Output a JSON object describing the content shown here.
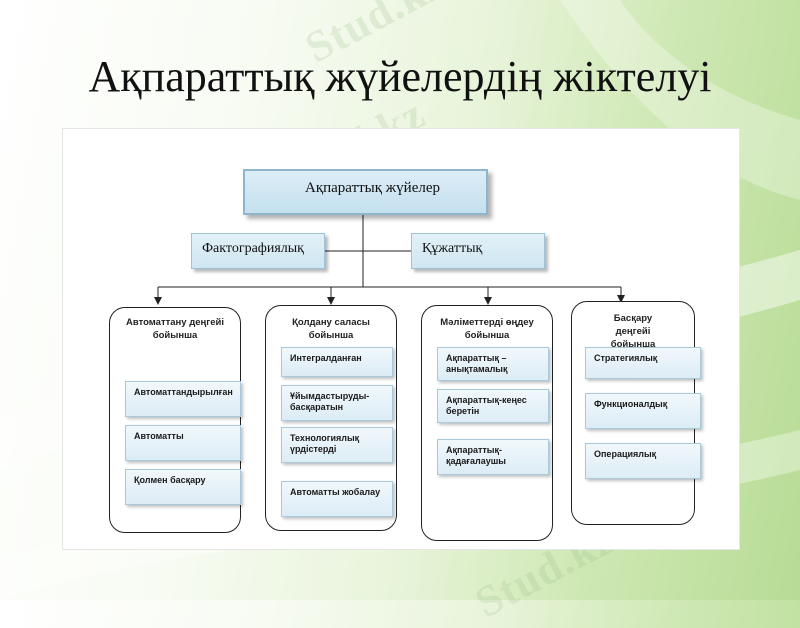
{
  "slide": {
    "title": "Ақпараттық жүйелердің жіктелуі",
    "watermark": "Stud.kz"
  },
  "diagram": {
    "root": "Ақпараттық жүйелер",
    "factographic": "Фактографиялық",
    "documentary": "Құжаттық",
    "groups": [
      {
        "title": "Автоматтану деңгейі бойынша",
        "items": [
          "Автоматтандырылған",
          "Автоматты",
          "Қолмен басқару"
        ]
      },
      {
        "title": "Қолдану саласы бойынша",
        "items": [
          "Интегралданған",
          "Ұйымдастыруды-басқаратын",
          "Технологиялық үрдістерді",
          "Автоматты жобалау"
        ]
      },
      {
        "title": "Мәліметтерді өңдеу бойынша",
        "items": [
          "Ақпараттық – анықтамалық",
          "Ақпараттық-кеңес беретін",
          "Ақпараттық-қадағалаушы"
        ]
      },
      {
        "title": "Басқару деңгейі бойынша",
        "items": [
          "Стратегиялық",
          "Функционалдық",
          "Операциялық"
        ]
      }
    ]
  },
  "colors": {
    "box_fill": "#d7ebf4",
    "box_border": "#9fc3d6",
    "background_green": "#b7dc96"
  }
}
